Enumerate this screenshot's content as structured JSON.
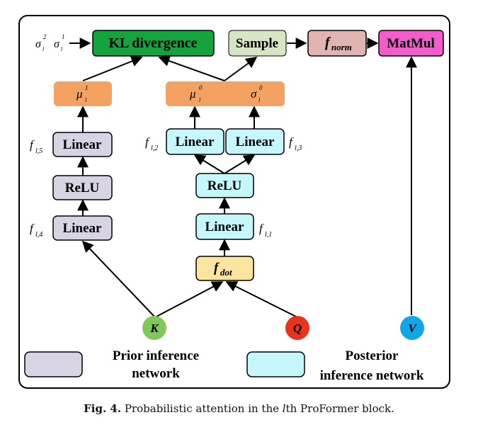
{
  "nodes": {
    "kl": "KL divergence",
    "sample": "Sample",
    "fnorm_base": "f",
    "fnorm_sub": "norm",
    "matmul": "MatMul",
    "prior_linear_top": "Linear",
    "prior_relu": "ReLU",
    "prior_linear_bottom": "Linear",
    "post_linear_left": "Linear",
    "post_linear_right": "Linear",
    "post_relu": "ReLU",
    "post_linear_bottom": "Linear",
    "fdot_base": "f",
    "fdot_sub": "dot",
    "k": "K",
    "q": "Q",
    "v": "V"
  },
  "math": {
    "mu": "μ",
    "sigma": "σ",
    "l": "l",
    "sup0": "0",
    "sup1": "1",
    "sup2": "2",
    "f": "f",
    "l5": "l,5",
    "l4": "l,4",
    "l2": "l,2",
    "l3": "l,3",
    "l1": "l,1"
  },
  "legend": {
    "prior_line1": "Prior inference",
    "prior_line2": "network",
    "posterior_line1": "Posterior",
    "posterior_line2": "inference network"
  },
  "caption": {
    "label": "Fig. 4.",
    "text_before": "Probabilistic attention in the",
    "ital": "l",
    "text_after": "th ProFormer block."
  },
  "colors": {
    "kl": "#14a33c",
    "sample": "#d6e5c3",
    "fnorm": "#e0b4b0",
    "matmul": "#f25ccb",
    "orange": "#f4a261",
    "prior": "#d8d4e4",
    "posterior": "#c6f7fb",
    "fdot": "#fde59f",
    "k": "#80c85a",
    "q": "#e9341c",
    "v": "#10a7e6"
  }
}
